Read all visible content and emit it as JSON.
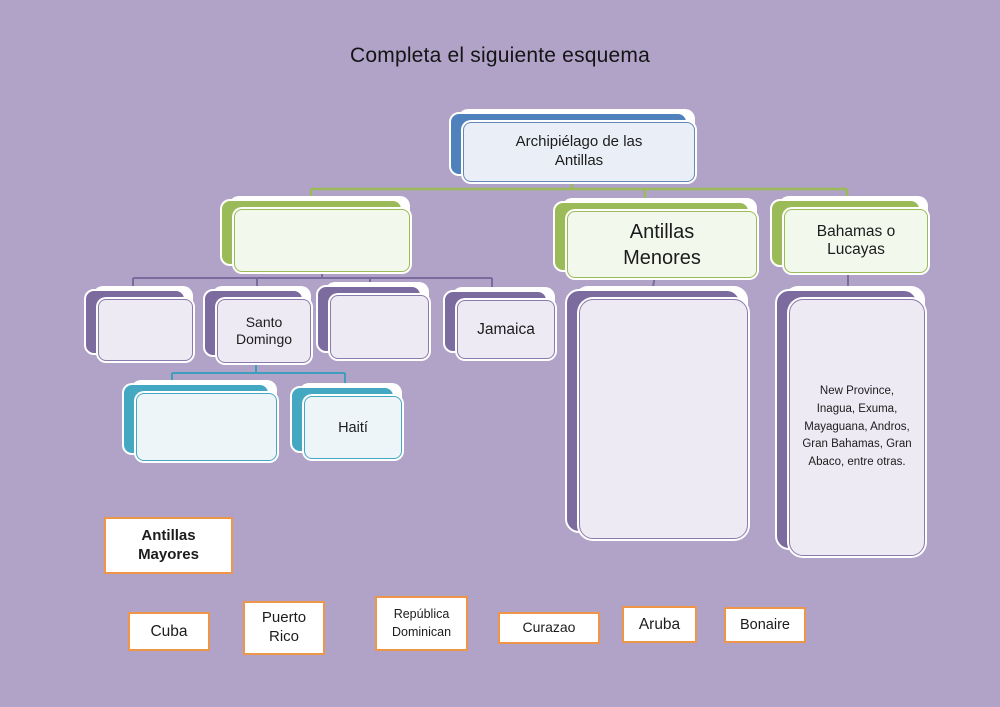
{
  "title": "Completa el siguiente esquema",
  "tree": {
    "root": {
      "label": "Archipiélago de las Antillas"
    },
    "level2": [
      {
        "label": ""
      },
      {
        "label": "Antillas Menores"
      },
      {
        "label": "Bahamas o Lucayas"
      }
    ],
    "antillas_mayores_children": [
      {
        "label": ""
      },
      {
        "label": "Santo Domingo"
      },
      {
        "label": ""
      },
      {
        "label": "Jamaica"
      }
    ],
    "santo_domingo_children": [
      {
        "label": ""
      },
      {
        "label": "Haití"
      }
    ],
    "antillas_menores_content": "",
    "bahamas_content": "New Province, Inagua, Exuma, Mayaguana, Andros, Gran Bahamas, Gran Abaco, entre otras."
  },
  "word_bank": [
    {
      "label": "Antillas Mayores"
    },
    {
      "label": "Cuba"
    },
    {
      "label": "Puerto Rico"
    },
    {
      "label": "República Dominican"
    },
    {
      "label": "Curazao"
    },
    {
      "label": "Aruba"
    },
    {
      "label": "Bonaire"
    }
  ],
  "colors": {
    "background": "#b0a3c7",
    "blue": "#4f81bd",
    "green": "#9bbb59",
    "purple": "#7c6b9e",
    "teal": "#45a8c3",
    "orange_border": "#ee9547",
    "connector_green": "#9bbb59",
    "connector_purple": "#7a6a9d",
    "connector_teal": "#3d9fbc"
  }
}
